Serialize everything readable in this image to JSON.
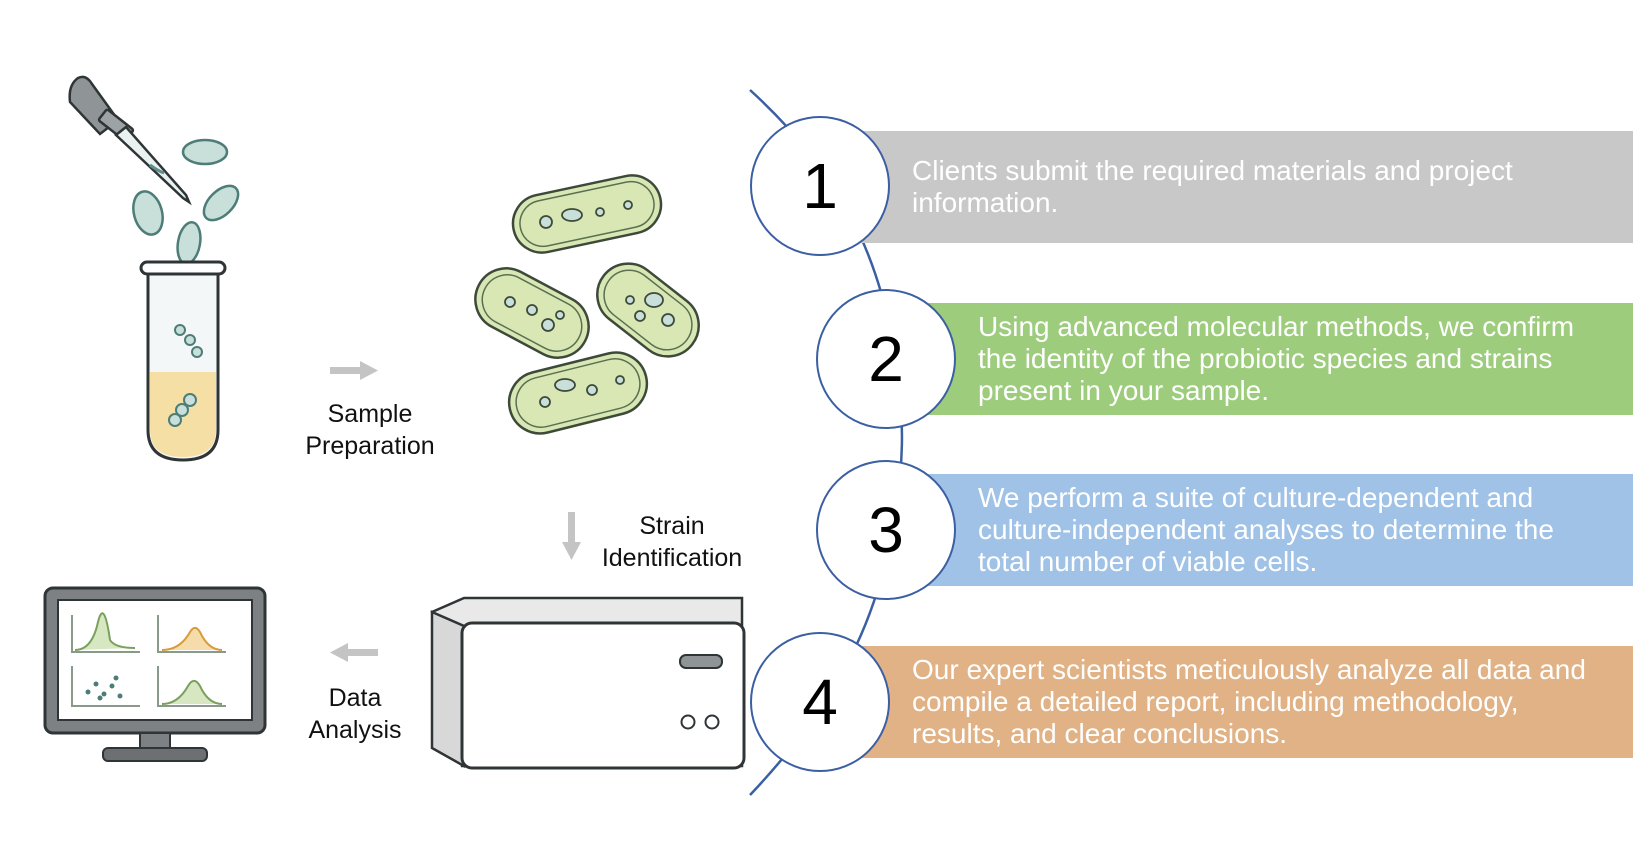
{
  "flow_labels": {
    "sample_preparation": [
      "Sample",
      "Preparation"
    ],
    "strain_identification": [
      "Strain",
      "Identification"
    ],
    "data_analysis": [
      "Data",
      "Analysis"
    ]
  },
  "steps": [
    {
      "number": "1",
      "text": "Clients submit the required materials and project information.",
      "color": "#c8c8c8"
    },
    {
      "number": "2",
      "text": "Using advanced molecular methods, we confirm the identity of the probiotic species and strains present in your sample.",
      "color": "#9dcc7c"
    },
    {
      "number": "3",
      "text": "We perform a suite of culture-dependent and culture-independent analyses to determine the total number of viable cells.",
      "color": "#9fc2e6"
    },
    {
      "number": "4",
      "text": "Our expert scientists meticulously analyze all data and compile a detailed report, including methodology, results, and clear conclusions.",
      "color": "#e0b285"
    }
  ],
  "colors": {
    "timeline_line": "#3b5fa3",
    "arrow_gray": "#c4c4c4",
    "cell_fill": "#d9e7b4",
    "cell_stroke": "#3d4a3a",
    "liquid": "#f6dc9a"
  },
  "icons": [
    "dropper-icon",
    "test-tube-icon",
    "bacteria-cells-icon",
    "lab-instrument-icon",
    "monitor-charts-icon"
  ]
}
